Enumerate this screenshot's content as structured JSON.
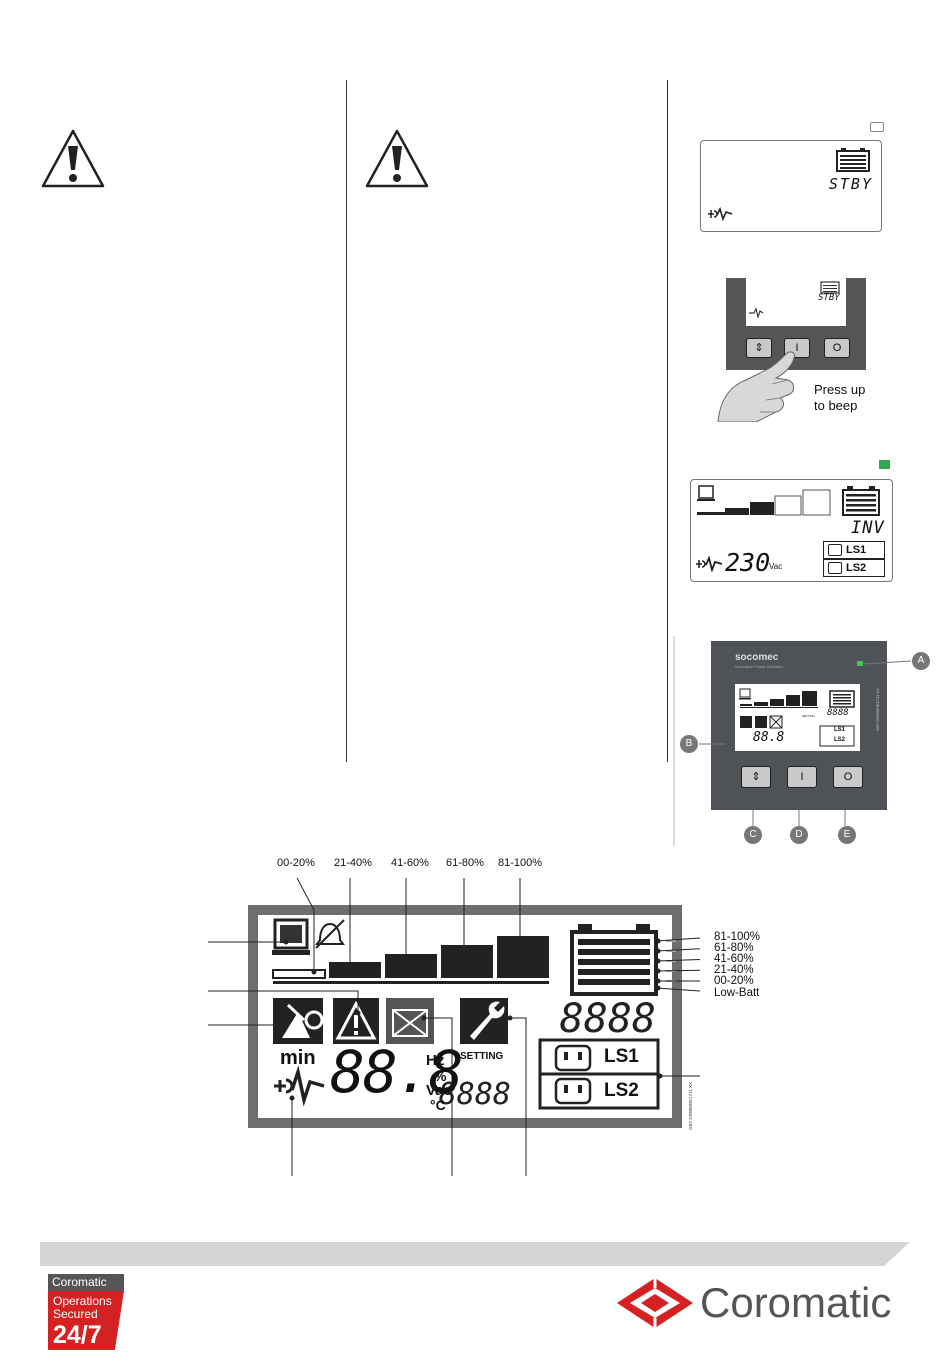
{
  "panel1": {
    "mode": "STBY"
  },
  "panel2": {
    "mode": "STBY",
    "press_note_line1": "Press up",
    "press_note_line2": "to beep",
    "buttons": [
      "⇕",
      "I",
      "O"
    ]
  },
  "panel3": {
    "mode": "INV",
    "voltage": "230",
    "unit": "Vac",
    "ls1": "LS1",
    "ls2": "LS2",
    "led_color": "#2fa84f"
  },
  "front_panel": {
    "brand": "socomec",
    "brand_sub": "Innovative Power Solutions",
    "callouts": [
      "A",
      "B",
      "C",
      "D",
      "E"
    ],
    "lcd_digits": "88.8",
    "lcd_small_digits": "8888",
    "ls1": "LS1",
    "ls2": "LS2",
    "setting_label": "SETTING",
    "side_code": "GBT DRWMNE1711 XX"
  },
  "big_lcd": {
    "load_labels": [
      "00-20%",
      "21-40%",
      "41-60%",
      "61-80%",
      "81-100%"
    ],
    "battery_labels": [
      "81-100%",
      "61-80%",
      "41-60%",
      "21-40%",
      "00-20%",
      "Low-Batt"
    ],
    "min_label": "min",
    "digits": "88.8",
    "unit_hz": "Hz",
    "unit_pct": "%",
    "unit_vac": "Vac",
    "unit_c": "°C",
    "setting_label": "SETTING",
    "ls1": "LS1",
    "ls2": "LS2",
    "side_code": "GBT DRWMNE1711 XX"
  },
  "footer": {
    "badge_top": "Coromatic",
    "badge_line1": "Operations",
    "badge_line2": "Secured",
    "badge_247": "24/7",
    "logo_text": "Coromatic",
    "accent": "#d42121"
  }
}
